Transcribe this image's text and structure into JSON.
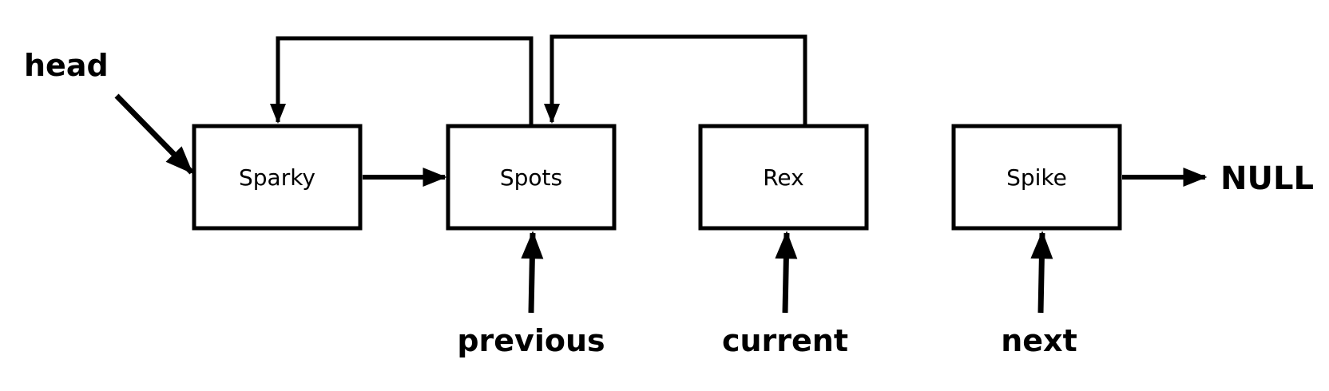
{
  "nodes": {
    "sparky": "Sparky",
    "spots": "Spots",
    "rex": "Rex",
    "spike": "Spike"
  },
  "pointers": {
    "head": "head",
    "previous": "previous",
    "current": "current",
    "next": "next"
  },
  "terminator": "NULL",
  "colors": {
    "stroke": "#000000",
    "background": "#ffffff"
  }
}
